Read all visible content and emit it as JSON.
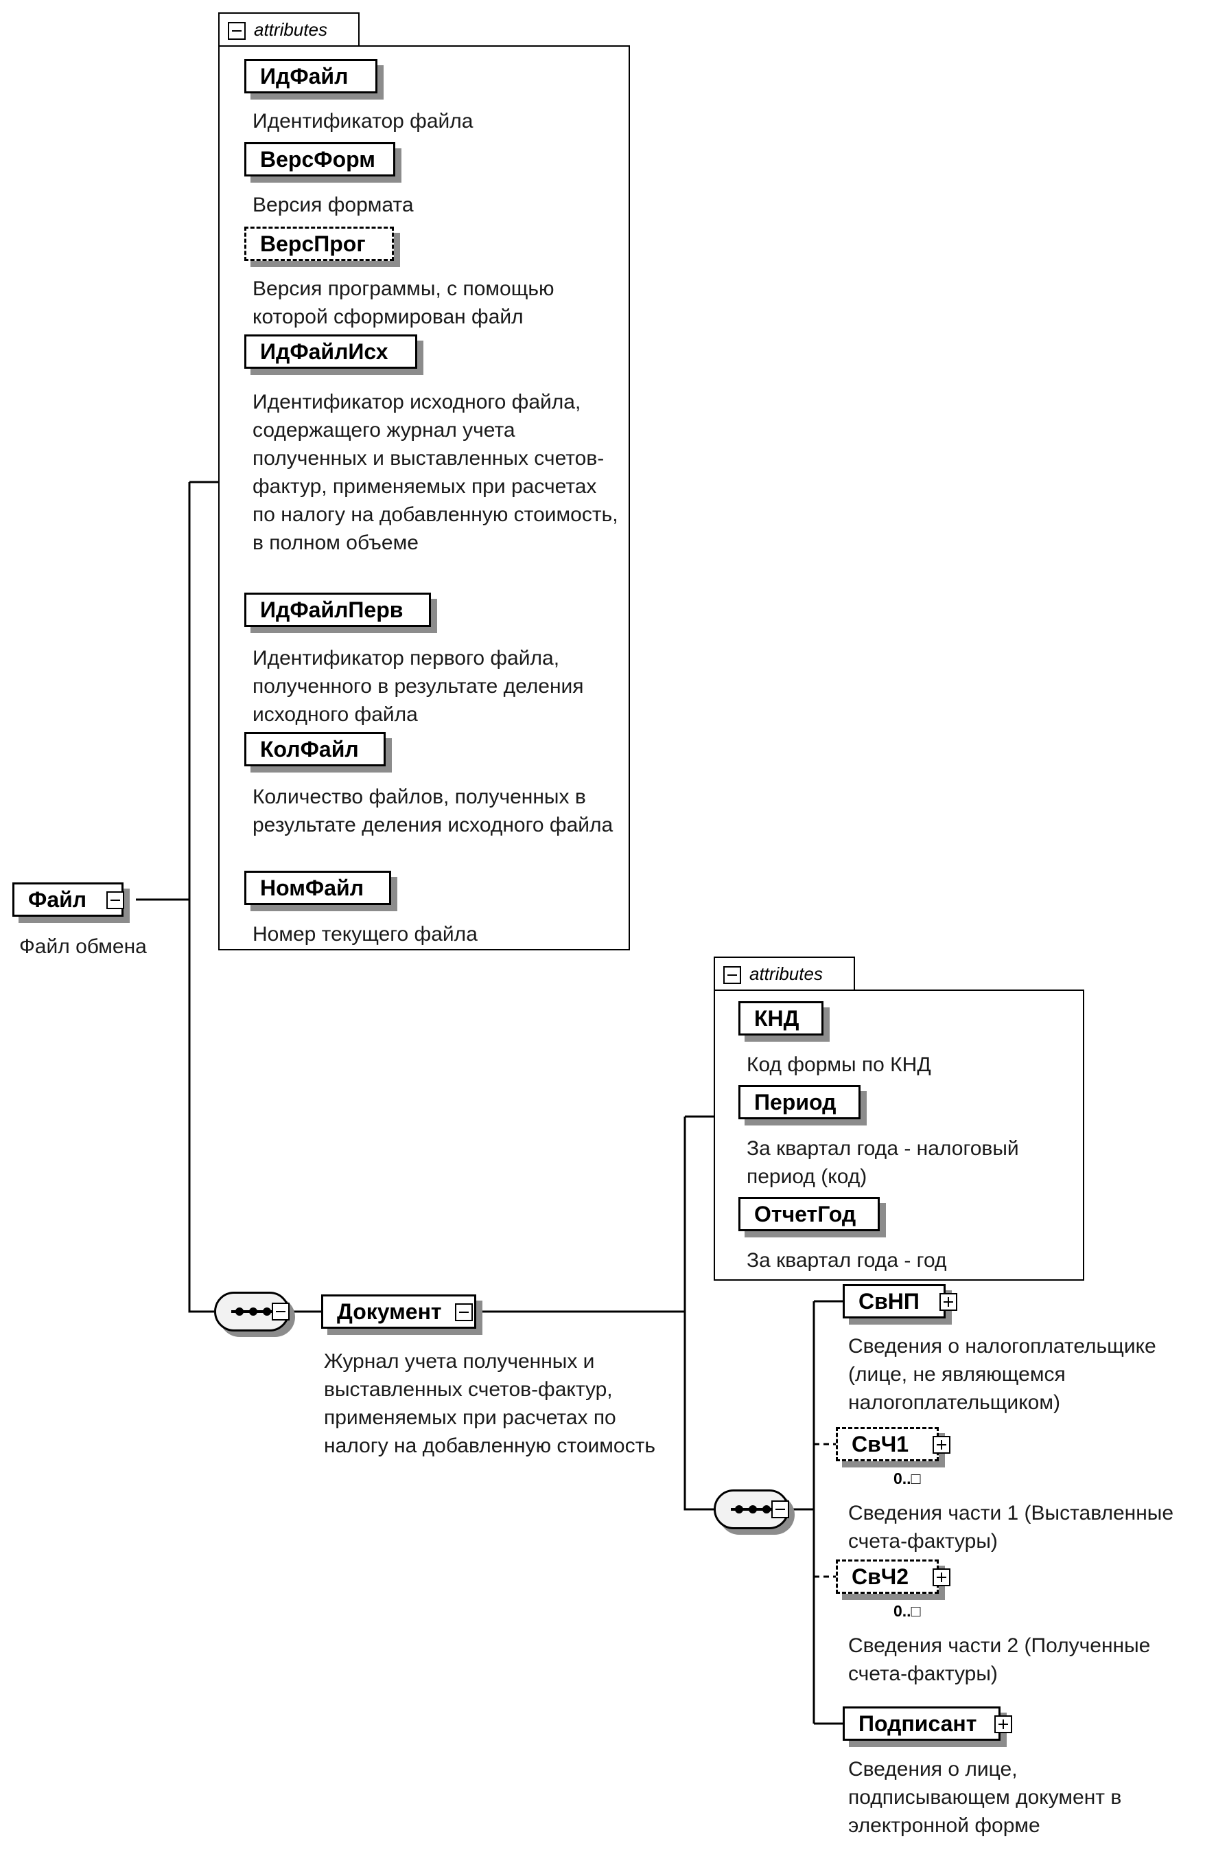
{
  "root": {
    "name": "Файл",
    "description": "Файл обмена"
  },
  "root_attributes": {
    "header": "attributes",
    "items": [
      {
        "name": "ИдФайл",
        "description": "Идентификатор файла"
      },
      {
        "name": "ВерсФорм",
        "description": "Версия формата"
      },
      {
        "name": "ВерсПрог",
        "description": "Версия программы, с помощью которой сформирован файл"
      },
      {
        "name": "ИдФайлИсх",
        "description": "Идентификатор исходного файла, содержащего журнал учета полученных и выставленных счетов-фактур, применяемых при расчетах по налогу на добавленную стоимость, в полном объеме"
      },
      {
        "name": "ИдФайлПерв",
        "description": "Идентификатор первого файла, полученного в результате деления исходного файла"
      },
      {
        "name": "КолФайл",
        "description": "Количество файлов, полученных в результате деления исходного файла"
      },
      {
        "name": "НомФайл",
        "description": "Номер текущего файла"
      }
    ]
  },
  "document": {
    "name": "Документ",
    "description": "Журнал учета полученных и выставленных счетов-фактур, применяемых при расчетах по налогу на добавленную стоимость"
  },
  "document_attributes": {
    "header": "attributes",
    "items": [
      {
        "name": "КНД",
        "description": "Код формы по КНД"
      },
      {
        "name": "Период",
        "description": "За квартал года - налоговый период (код)"
      },
      {
        "name": "ОтчетГод",
        "description": "За квартал года - год"
      }
    ]
  },
  "document_children": [
    {
      "name": "СвНП",
      "description": "Сведения о налогоплательщике (лице, не являющемся налогоплательщиком)",
      "optional": false
    },
    {
      "name": "СвЧ1",
      "description": "Сведения части 1 (Выставленные счета-фактуры)",
      "optional": true,
      "cardinality": "0..□"
    },
    {
      "name": "СвЧ2",
      "description": "Сведения части 2 (Полученные счета-фактуры)",
      "optional": true,
      "cardinality": "0..□"
    },
    {
      "name": "Подписант",
      "description": "Сведения о лице, подписывающем документ в электронной форме",
      "optional": false
    }
  ]
}
